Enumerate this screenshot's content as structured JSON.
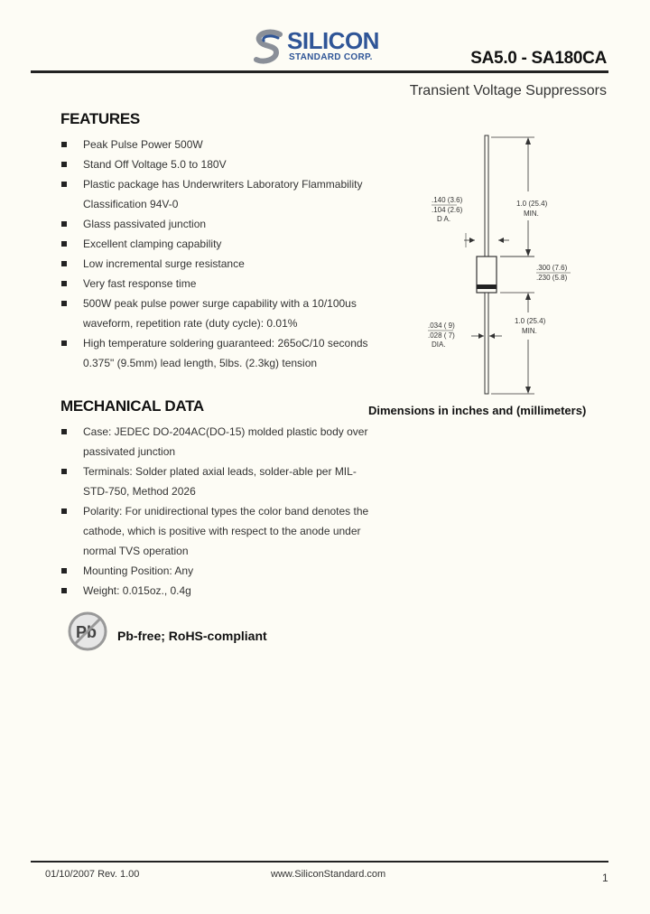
{
  "header": {
    "logo_name": "SILICON",
    "logo_sub": "STANDARD CORP.",
    "part_range": "SA5.0 - SA180CA",
    "subtitle": "Transient Voltage Suppressors"
  },
  "features": {
    "title": "FEATURES",
    "items": [
      {
        "line1": "Peak Pulse Power 500W",
        "line2": ""
      },
      {
        "line1": "Stand Off Voltage 5.0 to 180V",
        "line2": ""
      },
      {
        "line1": "Plastic package has Underwriters Laboratory Flammability",
        "line2": "Classification 94V-0"
      },
      {
        "line1": "Glass passivated junction",
        "line2": ""
      },
      {
        "line1": "Excellent clamping capability",
        "line2": ""
      },
      {
        "line1": "Low incremental surge resistance",
        "line2": ""
      },
      {
        "line1": "Very fast response time",
        "line2": ""
      },
      {
        "line1": "500W peak pulse power surge capability with a 10/100us",
        "line2": "waveform, repetition rate (duty cycle): 0.01%"
      },
      {
        "line1": "High temperature soldering guaranteed: 265oC/10 seconds",
        "line2": "0.375\" (9.5mm) lead length, 5lbs. (2.3kg) tension"
      }
    ]
  },
  "mechanical": {
    "title": "MECHANICAL DATA",
    "items": [
      {
        "line1": "Case: JEDEC DO-204AC(DO-15) molded plastic body over",
        "line2": "passivated junction",
        "line3": ""
      },
      {
        "line1": "Terminals: Solder plated axial leads, solder-able per MIL-",
        "line2": "STD-750, Method 2026",
        "line3": ""
      },
      {
        "line1": "Polarity: For unidirectional types the color band denotes the",
        "line2": "cathode, which is positive with respect to the anode under",
        "line3": "normal TVS operation"
      },
      {
        "line1": "Mounting Position: Any",
        "line2": "",
        "line3": ""
      },
      {
        "line1": "Weight: 0.015oz., 0.4g",
        "line2": "",
        "line3": ""
      }
    ]
  },
  "diagram": {
    "lead_top_len": "1.0 (25.4)",
    "lead_top_min": "MIN.",
    "body_dia_a": ".140 (3.6)",
    "body_dia_b": ".104 (2.6)",
    "body_dia_unit": "D A.",
    "body_len_a": ".300 (7.6)",
    "body_len_b": ".230 (5.8)",
    "lead_bot_len": "1.0 (25.4)",
    "lead_bot_min": "MIN.",
    "lead_dia_a": ".034 ( 9)",
    "lead_dia_b": ".028 ( 7)",
    "lead_dia_unit": "DIA.",
    "caption": "Dimensions in inches and (millimeters)"
  },
  "compliance": {
    "badge": "Pb",
    "label": "Pb-free; RoHS-compliant"
  },
  "footer": {
    "date_rev": "01/10/2007 Rev. 1.00",
    "website": "www.SiliconStandard.com",
    "page": "1"
  },
  "colors": {
    "logo_blue": "#2f5597",
    "logo_gray": "#8a8f98",
    "text": "#333333"
  }
}
